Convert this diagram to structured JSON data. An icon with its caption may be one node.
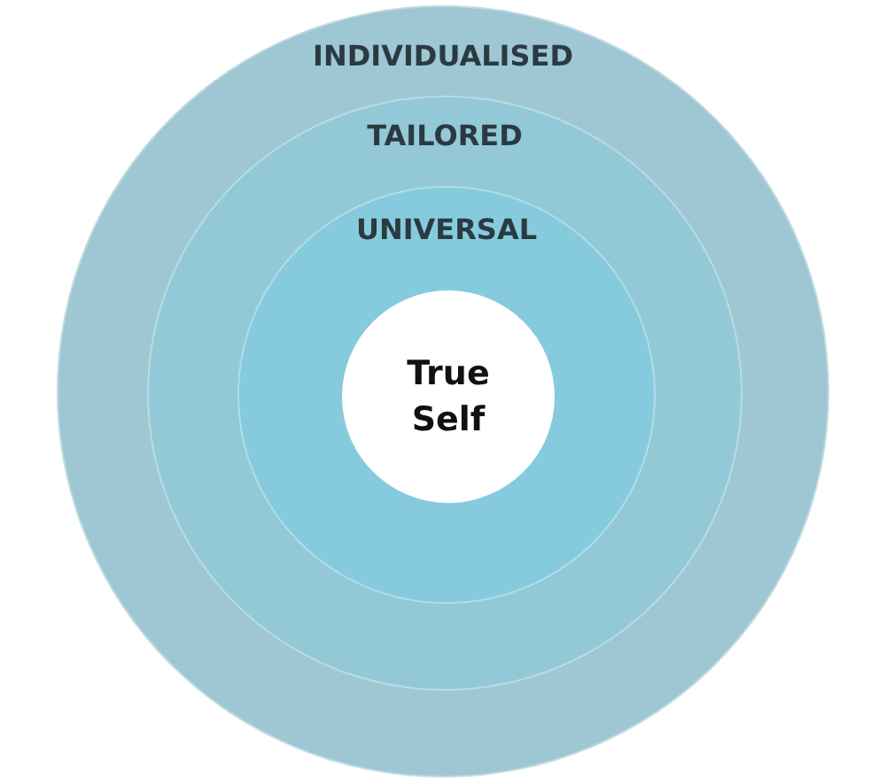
{
  "diagram": {
    "nodes": [
      {
        "text": [
          "INDIVIDUALISED"
        ]
      },
      {
        "text": [
          "TAILORED"
        ],
        "in": 0
      },
      {
        "text": [
          "UNIVERSAL"
        ],
        "in": 1
      },
      {
        "text": [
          "True Self"
        ],
        "in": 2
      }
    ]
  }
}
